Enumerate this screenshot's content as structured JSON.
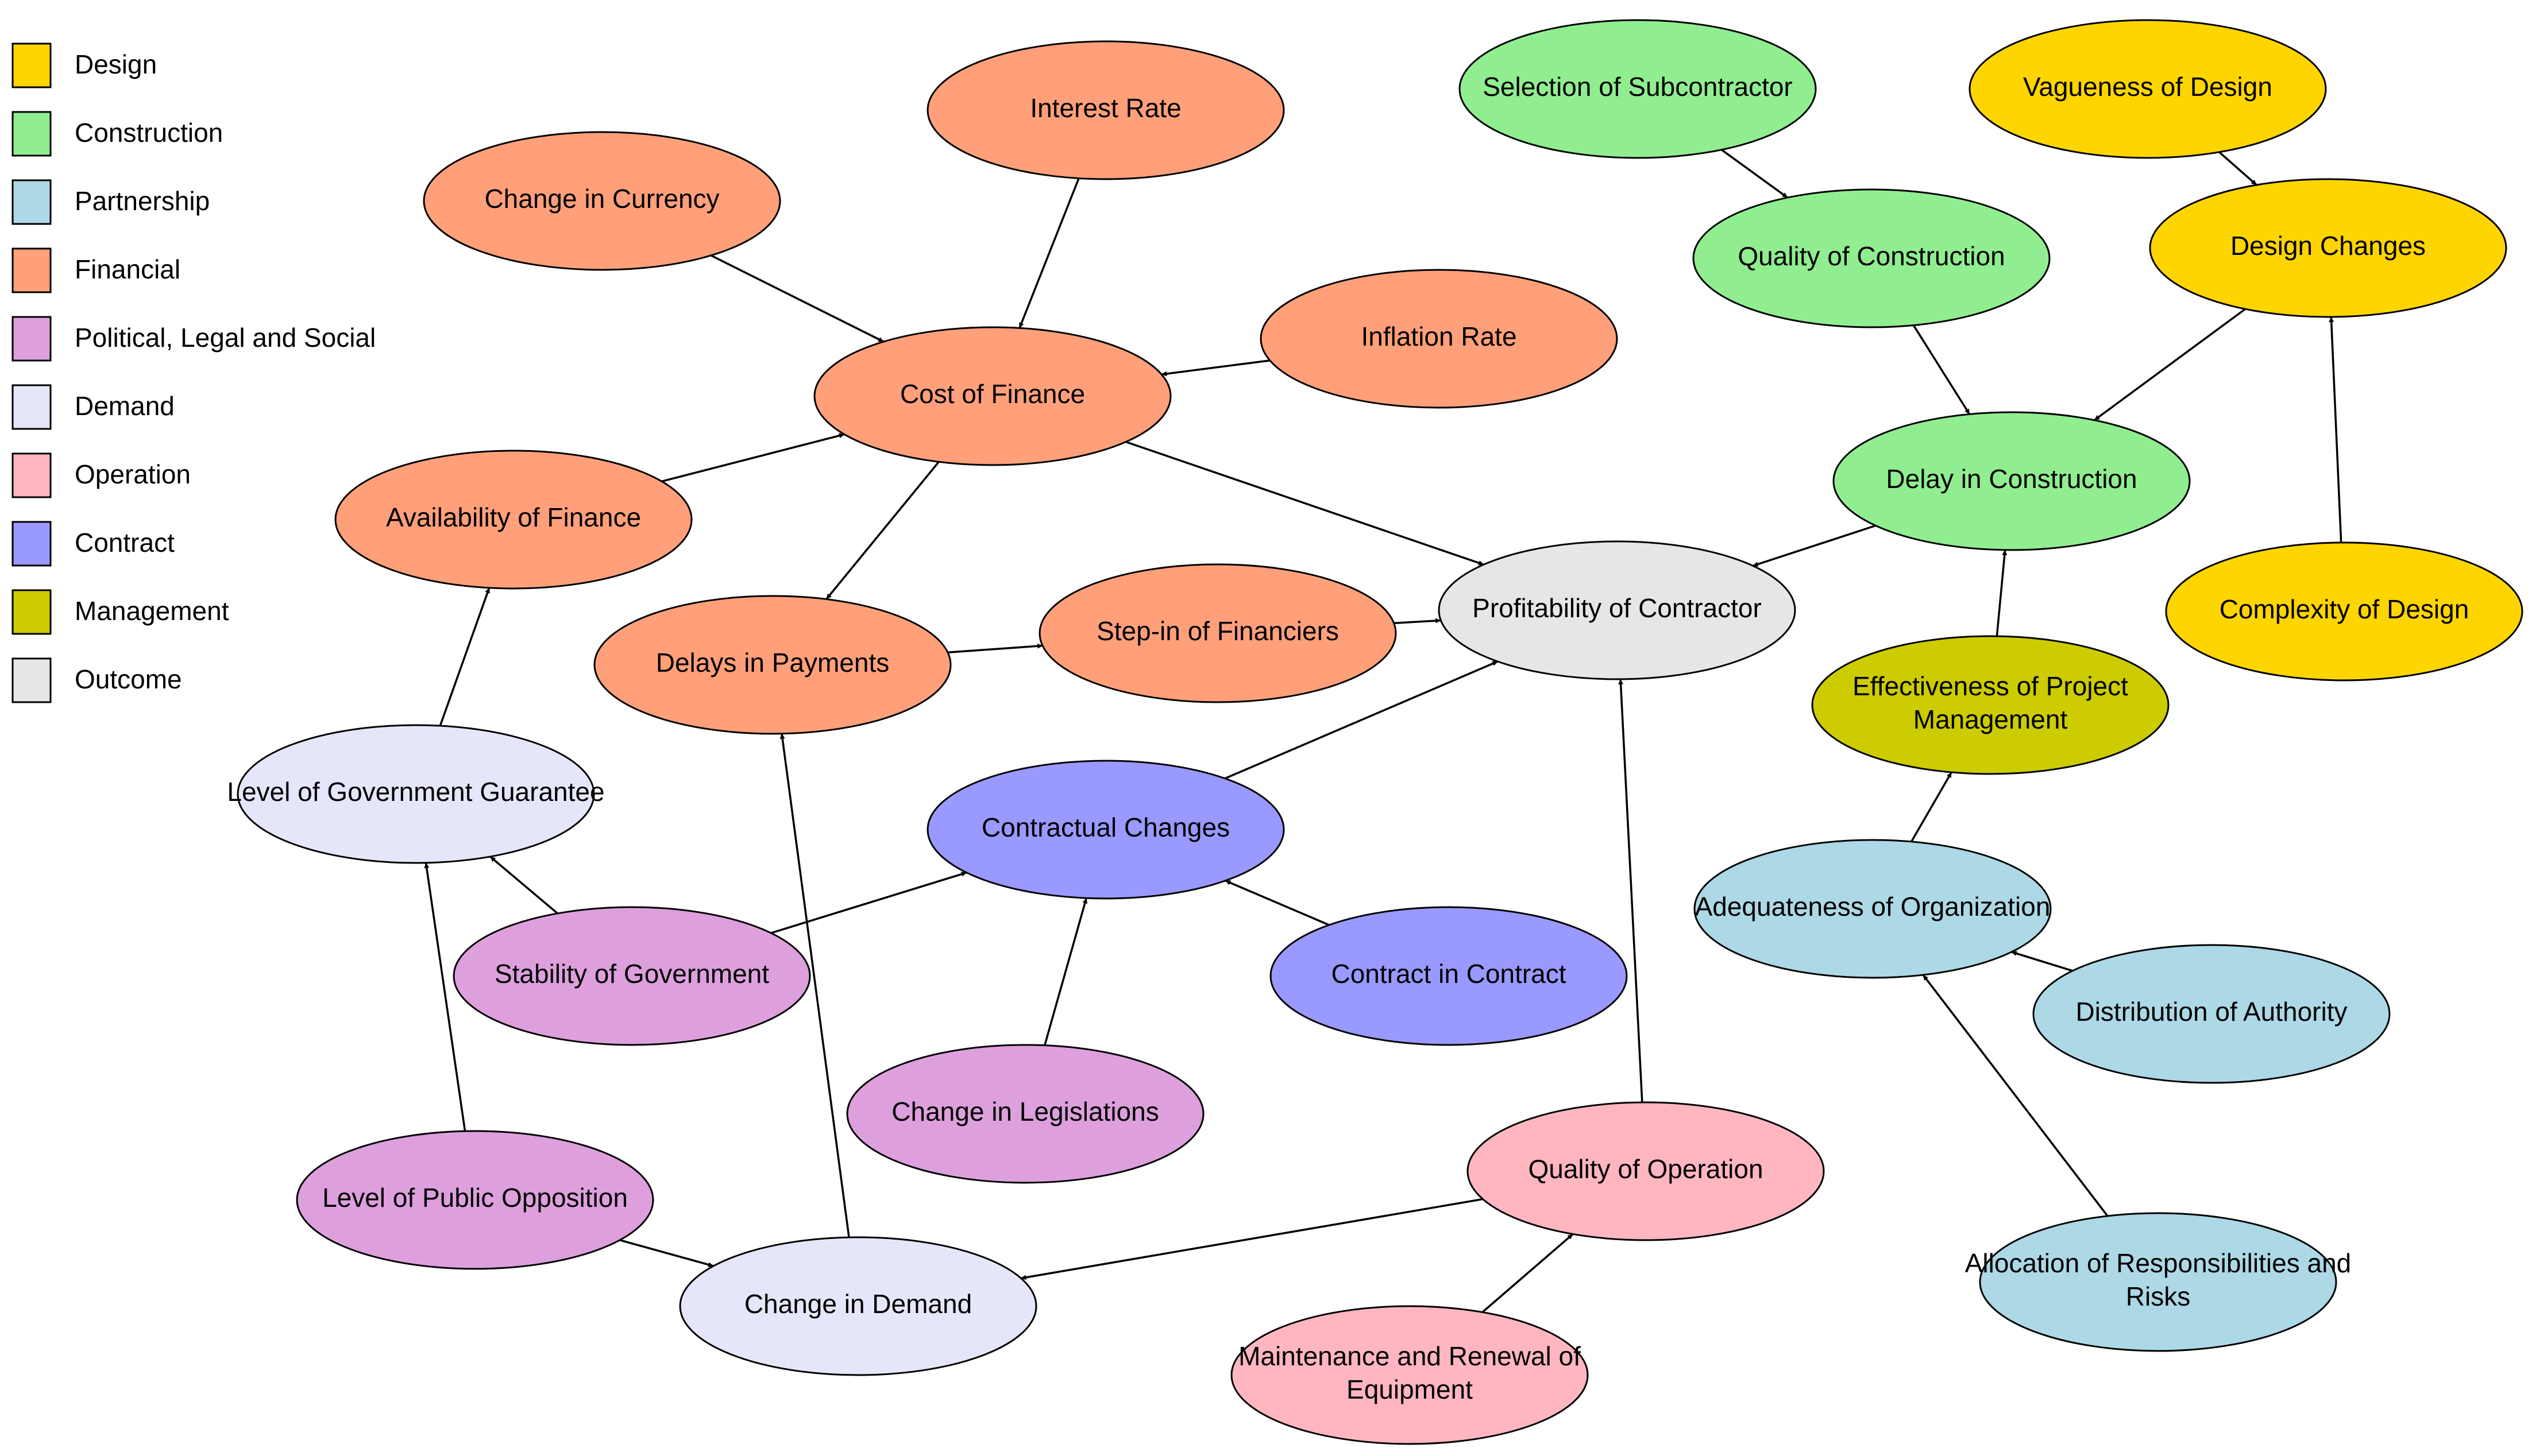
{
  "categories": [
    {
      "id": "design",
      "label": "Design",
      "color": "#FFD500"
    },
    {
      "id": "construction",
      "label": "Construction",
      "color": "#90EE90"
    },
    {
      "id": "partnership",
      "label": "Partnership",
      "color": "#ADD8E6"
    },
    {
      "id": "financial",
      "label": "Financial",
      "color": "#FFA07A"
    },
    {
      "id": "political",
      "label": "Political, Legal and Social",
      "color": "#DDA0DD"
    },
    {
      "id": "demand",
      "label": "Demand",
      "color": "#E6E6FA"
    },
    {
      "id": "operation",
      "label": "Operation",
      "color": "#FFB6C1"
    },
    {
      "id": "contract",
      "label": "Contract",
      "color": "#9999FF"
    },
    {
      "id": "management",
      "label": "Management",
      "color": "#CCCC00"
    },
    {
      "id": "outcome",
      "label": "Outcome",
      "color": "#E6E6E6"
    }
  ],
  "nodes": [
    {
      "id": "interest-rate",
      "lines": [
        "Interest Rate"
      ],
      "category": "financial"
    },
    {
      "id": "change-in-currency",
      "lines": [
        "Change in Currency"
      ],
      "category": "financial"
    },
    {
      "id": "inflation-rate",
      "lines": [
        "Inflation Rate"
      ],
      "category": "financial"
    },
    {
      "id": "cost-of-finance",
      "lines": [
        "Cost of Finance"
      ],
      "category": "financial"
    },
    {
      "id": "availability-of-finance",
      "lines": [
        "Availability of Finance"
      ],
      "category": "financial"
    },
    {
      "id": "delays-in-payments",
      "lines": [
        "Delays in Payments"
      ],
      "category": "financial"
    },
    {
      "id": "step-in-of-financiers",
      "lines": [
        "Step-in of Financiers"
      ],
      "category": "financial"
    },
    {
      "id": "profitability-of-contractor",
      "lines": [
        "Profitability of Contractor"
      ],
      "category": "outcome"
    },
    {
      "id": "selection-of-subcontractor",
      "lines": [
        "Selection of Subcontractor"
      ],
      "category": "construction"
    },
    {
      "id": "quality-of-construction",
      "lines": [
        "Quality of Construction"
      ],
      "category": "construction"
    },
    {
      "id": "delay-in-construction",
      "lines": [
        "Delay in Construction"
      ],
      "category": "construction"
    },
    {
      "id": "vagueness-of-design",
      "lines": [
        "Vagueness of Design"
      ],
      "category": "design"
    },
    {
      "id": "design-changes",
      "lines": [
        "Design Changes"
      ],
      "category": "design"
    },
    {
      "id": "complexity-of-design",
      "lines": [
        "Complexity of Design"
      ],
      "category": "design"
    },
    {
      "id": "effectiveness-of-project-management",
      "lines": [
        "Effectiveness of Project",
        "Management"
      ],
      "category": "management"
    },
    {
      "id": "adequateness-of-organization",
      "lines": [
        "Adequateness of Organization"
      ],
      "category": "partnership"
    },
    {
      "id": "distribution-of-authority",
      "lines": [
        "Distribution of Authority"
      ],
      "category": "partnership"
    },
    {
      "id": "allocation-of-responsibilities-and-risks",
      "lines": [
        "Allocation of Responsibilities and",
        "Risks"
      ],
      "category": "partnership"
    },
    {
      "id": "level-of-government-guarantee",
      "lines": [
        "Level of Government Guarantee"
      ],
      "category": "demand"
    },
    {
      "id": "change-in-demand",
      "lines": [
        "Change in Demand"
      ],
      "category": "demand"
    },
    {
      "id": "contractual-changes",
      "lines": [
        "Contractual Changes"
      ],
      "category": "contract"
    },
    {
      "id": "contract-in-contract",
      "lines": [
        "Contract in Contract"
      ],
      "category": "contract"
    },
    {
      "id": "stability-of-government",
      "lines": [
        "Stability of Government"
      ],
      "category": "political"
    },
    {
      "id": "change-in-legislations",
      "lines": [
        "Change in Legislations"
      ],
      "category": "political"
    },
    {
      "id": "level-of-public-opposition",
      "lines": [
        "Level of Public Opposition"
      ],
      "category": "political"
    },
    {
      "id": "quality-of-operation",
      "lines": [
        "Quality of Operation"
      ],
      "category": "operation"
    },
    {
      "id": "maintenance-and-renewal-of-equipment",
      "lines": [
        "Maintenance and Renewal of",
        "Equipment"
      ],
      "category": "operation"
    }
  ],
  "edges": [
    {
      "from": "interest-rate",
      "to": "cost-of-finance"
    },
    {
      "from": "change-in-currency",
      "to": "cost-of-finance"
    },
    {
      "from": "inflation-rate",
      "to": "cost-of-finance"
    },
    {
      "from": "availability-of-finance",
      "to": "cost-of-finance"
    },
    {
      "from": "cost-of-finance",
      "to": "delays-in-payments"
    },
    {
      "from": "cost-of-finance",
      "to": "profitability-of-contractor"
    },
    {
      "from": "delays-in-payments",
      "to": "step-in-of-financiers"
    },
    {
      "from": "step-in-of-financiers",
      "to": "profitability-of-contractor"
    },
    {
      "from": "selection-of-subcontractor",
      "to": "quality-of-construction"
    },
    {
      "from": "quality-of-construction",
      "to": "delay-in-construction"
    },
    {
      "from": "vagueness-of-design",
      "to": "design-changes"
    },
    {
      "from": "design-changes",
      "to": "delay-in-construction"
    },
    {
      "from": "complexity-of-design",
      "to": "design-changes"
    },
    {
      "from": "delay-in-construction",
      "to": "profitability-of-contractor"
    },
    {
      "from": "effectiveness-of-project-management",
      "to": "delay-in-construction"
    },
    {
      "from": "adequateness-of-organization",
      "to": "effectiveness-of-project-management"
    },
    {
      "from": "distribution-of-authority",
      "to": "adequateness-of-organization"
    },
    {
      "from": "allocation-of-responsibilities-and-risks",
      "to": "adequateness-of-organization"
    },
    {
      "from": "level-of-government-guarantee",
      "to": "availability-of-finance"
    },
    {
      "from": "stability-of-government",
      "to": "level-of-government-guarantee"
    },
    {
      "from": "stability-of-government",
      "to": "contractual-changes"
    },
    {
      "from": "level-of-public-opposition",
      "to": "level-of-government-guarantee"
    },
    {
      "from": "level-of-public-opposition",
      "to": "change-in-demand"
    },
    {
      "from": "change-in-demand",
      "to": "delays-in-payments"
    },
    {
      "from": "change-in-legislations",
      "to": "contractual-changes"
    },
    {
      "from": "contract-in-contract",
      "to": "contractual-changes"
    },
    {
      "from": "contractual-changes",
      "to": "profitability-of-contractor"
    },
    {
      "from": "quality-of-operation",
      "to": "profitability-of-contractor"
    },
    {
      "from": "quality-of-operation",
      "to": "change-in-demand"
    },
    {
      "from": "maintenance-and-renewal-of-equipment",
      "to": "quality-of-operation"
    }
  ]
}
